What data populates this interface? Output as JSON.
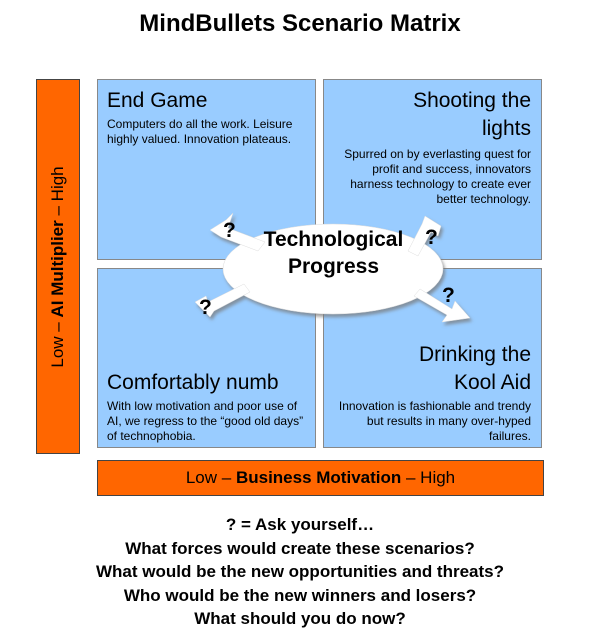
{
  "title": "MindBullets Scenario Matrix",
  "y_axis": {
    "low": "Low –",
    "name": "AI Multiplier",
    "high": "– High"
  },
  "x_axis": {
    "low": "Low –",
    "name": "Business Motivation",
    "high": "– High"
  },
  "quadrants": {
    "top_left": {
      "title": "End Game",
      "desc": "Computers do all the work. Leisure highly valued. Innovation plateaus."
    },
    "top_right": {
      "title_1": "Shooting the",
      "title_2": "lights",
      "desc": "Spurred on by everlasting quest for profit and success, innovators harness technology to create ever better technology."
    },
    "bottom_left": {
      "title": "Comfortably numb",
      "desc": "With low motivation and poor use of AI, we regress to the “good old days” of technophobia."
    },
    "bottom_right": {
      "title_1": "Drinking the",
      "title_2": "Kool Aid",
      "desc": "Innovation is fashionable and trendy but results in many over-hyped failures."
    }
  },
  "center": {
    "line_1": "Technological",
    "line_2": "Progress"
  },
  "question_mark": "?",
  "questions": [
    "? = Ask yourself…",
    "What forces would create these scenarios?",
    "What would be the new opportunities and threats?",
    "Who would be the new winners and losers?",
    "What should you do now?"
  ],
  "colors": {
    "quadrant": "#99ccff",
    "axis": "#ff6600",
    "ellipse": "#ffffff"
  }
}
